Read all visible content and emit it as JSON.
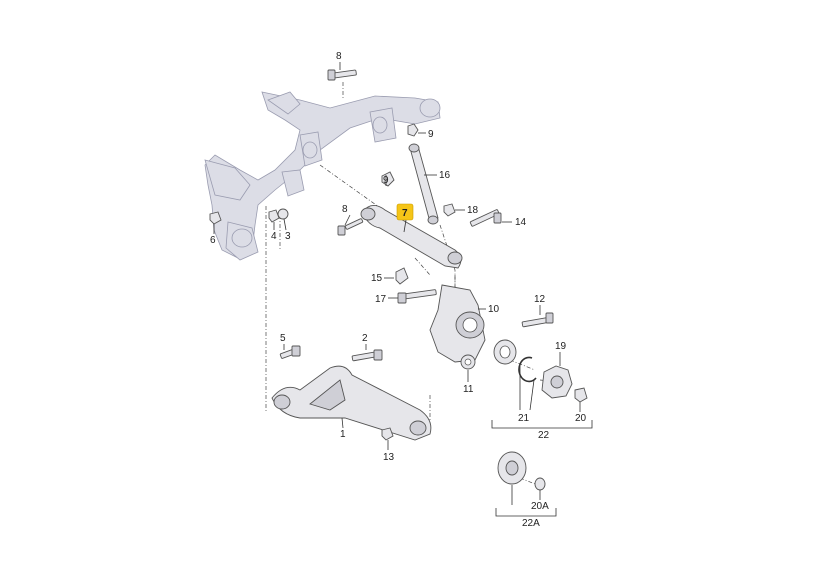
{
  "labels": {
    "l1": "1",
    "l2": "2",
    "l3": "3",
    "l4": "4",
    "l5": "5",
    "l6": "6",
    "l7": "7",
    "l8a": "8",
    "l8b": "8",
    "l9a": "9",
    "l9b": "9",
    "l10": "10",
    "l11": "11",
    "l12": "12",
    "l13": "13",
    "l14": "14",
    "l15": "15",
    "l16": "16",
    "l17": "17",
    "l18": "18",
    "l19": "19",
    "l20": "20",
    "l20a": "20A",
    "l21": "21",
    "l22": "22",
    "l22a": "22A"
  },
  "colors": {
    "highlight": "#f5c518",
    "line": "#333333",
    "subframe": "#dcdde6"
  }
}
